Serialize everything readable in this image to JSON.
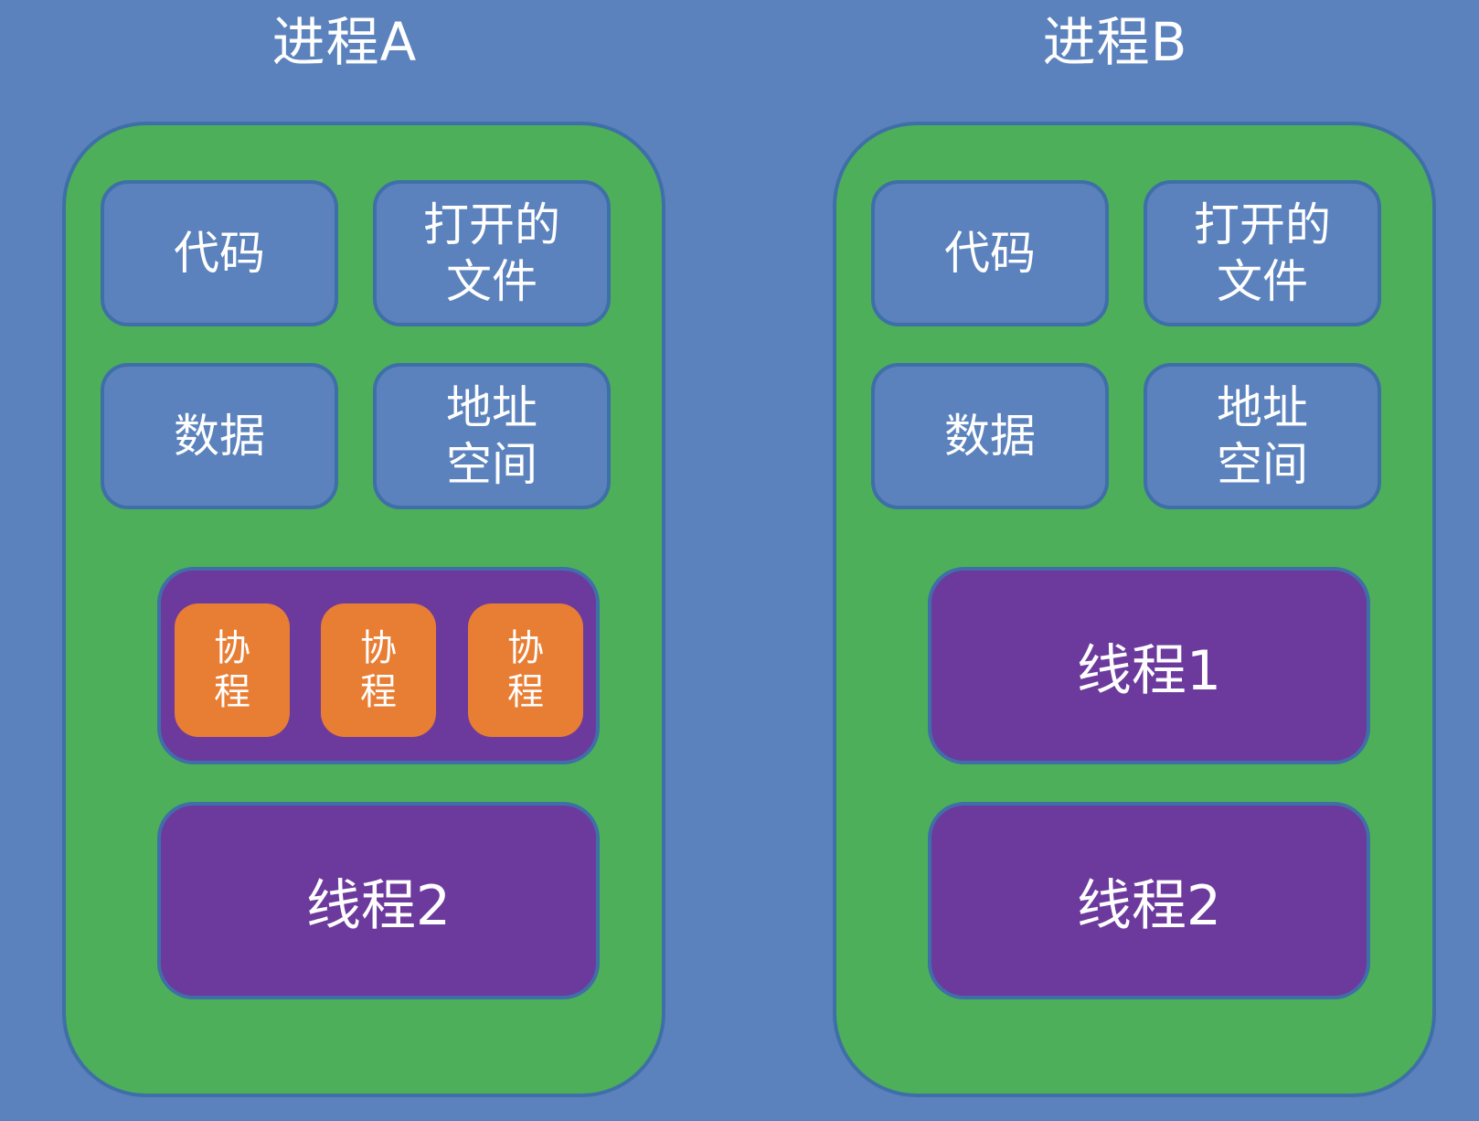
{
  "process_a": {
    "title": "进程A",
    "resources": {
      "code": "代码",
      "open_files": "打开的\n文件",
      "data": "数据",
      "address_space": "地址\n空间"
    },
    "coroutine_thread": {
      "coroutines": [
        "协\n程",
        "协\n程",
        "协\n程"
      ]
    },
    "thread_2": "线程2"
  },
  "process_b": {
    "title": "进程B",
    "resources": {
      "code": "代码",
      "open_files": "打开的\n文件",
      "data": "数据",
      "address_space": "地址\n空间"
    },
    "thread_1": "线程1",
    "thread_2": "线程2"
  },
  "colors": {
    "background": "#5b82bd",
    "process": "#4daf5a",
    "resource": "#5b82bd",
    "thread": "#6c3a9d",
    "coroutine": "#e87d34"
  }
}
